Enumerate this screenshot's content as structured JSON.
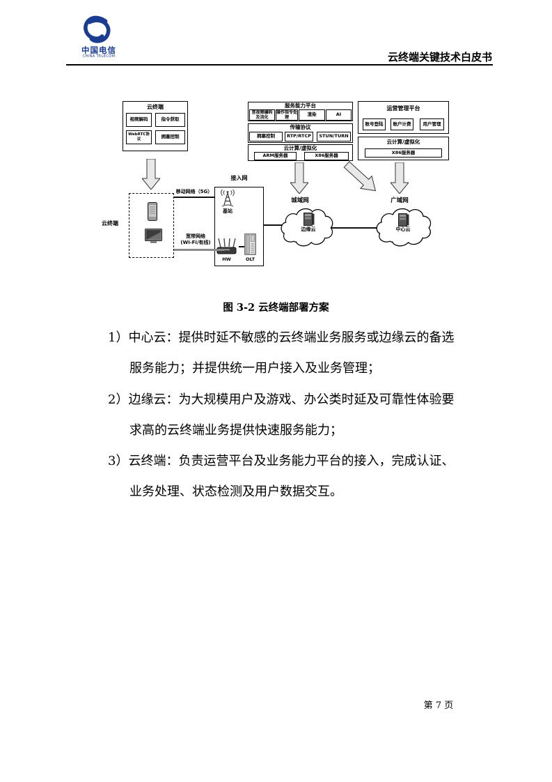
{
  "header": {
    "brand_cn": "中国电信",
    "brand_en": "CHINA TELECOM",
    "doc_title": "云终端关键技术白皮书"
  },
  "figure": {
    "caption": "图 3-2 云终端部署方案",
    "terminal_platform": {
      "title": "云终端",
      "cells": [
        "视频解码",
        "指令获取",
        "WebRTC协议",
        "拥塞控制"
      ]
    },
    "service_platform": {
      "title": "服务能力平台",
      "cells": [
        "音视频编码及流化",
        "操作指令处理",
        "渲染",
        "AI"
      ],
      "transport": {
        "title": "传输协议",
        "cells": [
          "拥塞控制",
          "RTP/RTCP",
          "STUN/TURN"
        ]
      },
      "cloud": {
        "title": "云计算/虚拟化",
        "cells": [
          "ARM服务器",
          "X86服务器"
        ]
      }
    },
    "ops_platform": {
      "title": "运营管理平台",
      "cells": [
        "账号登陆",
        "账户计费",
        "用户管理"
      ],
      "cloud": {
        "title": "云计算/虚拟化",
        "cells": [
          "X86服务器"
        ]
      }
    },
    "terminal_group_label": "云终端",
    "access_network": {
      "title": "接入网",
      "base_station": "基站",
      "router": "HW",
      "olt": "OLT"
    },
    "links": {
      "mobile": "移动网络（5G）",
      "broadband_line1": "宽带网络",
      "broadband_line2": "(Wi-Fi/有线)"
    },
    "man_label": "城域网",
    "wan_label": "广域网",
    "edge_cloud": "边缘云",
    "center_cloud": "中心云"
  },
  "body": {
    "paragraphs": [
      {
        "number": "1）",
        "line1": "中心云：提供时延不敏感的云终端业务服务或边缘云的备选",
        "line2": "服务能力；并提供统一用户接入及业务管理；"
      },
      {
        "number": "2）",
        "line1": "边缘云：为大规模用户及游戏、办公类时延及可靠性体验要",
        "line2": "求高的云终端业务提供快速服务能力；"
      },
      {
        "number": "3）",
        "line1": "云终端：负责运营平台及业务能力平台的接入，完成认证、",
        "line2": "业务处理、状态检测及用户数据交互。"
      }
    ]
  },
  "footer": {
    "page_number": "第 7 页"
  },
  "colors": {
    "brand_blue": "#1b3d91",
    "arrow_fill": "#e8e8e8"
  }
}
